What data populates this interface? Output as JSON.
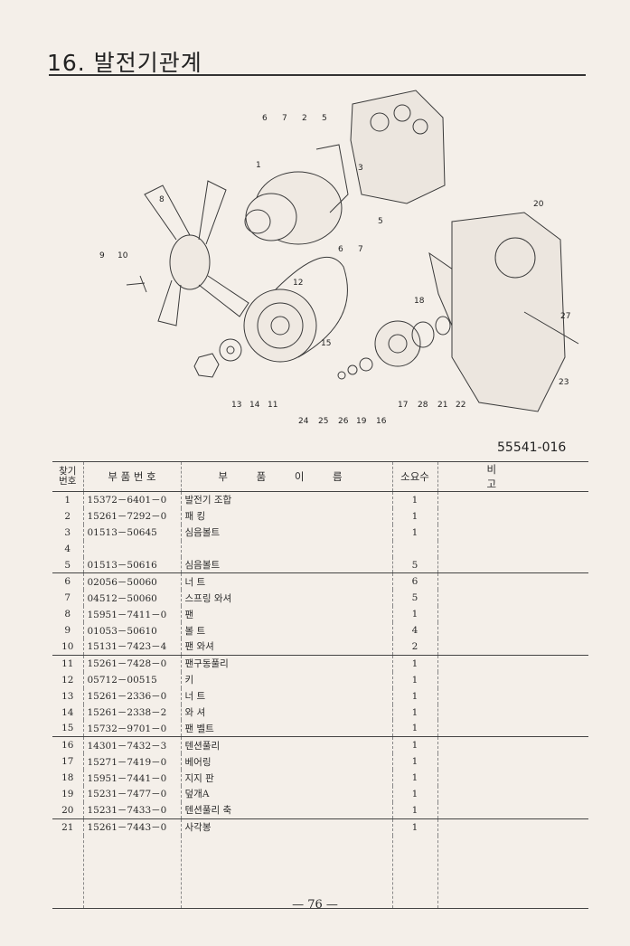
{
  "page": {
    "title": "16.  발전기관계",
    "figure_code": "55541-016",
    "page_number": "— 76 —"
  },
  "diagram": {
    "callouts": [
      "6",
      "7",
      "2",
      "5",
      "1",
      "3",
      "8",
      "5",
      "6",
      "7",
      "9",
      "10",
      "12",
      "15",
      "13",
      "14",
      "11",
      "20",
      "18",
      "27",
      "23",
      "24",
      "25",
      "26",
      "19",
      "16",
      "17",
      "28",
      "21",
      "22"
    ]
  },
  "table": {
    "headers": {
      "no": "찾기\n번호",
      "part_no": "부 품 번 호",
      "name": "부 품 이 름",
      "qty": "소요수",
      "remarks": "비 고"
    },
    "rows": [
      {
        "no": "1",
        "part_no": "15372－6401－0",
        "name": "발전기 조합",
        "qty": "1"
      },
      {
        "no": "2",
        "part_no": "15261－7292－0",
        "name": "패 킹",
        "qty": "1"
      },
      {
        "no": "3",
        "part_no": "01513－50645",
        "name": "심음볼트",
        "qty": "1"
      },
      {
        "no": "4",
        "part_no": "",
        "name": "",
        "qty": ""
      },
      {
        "no": "5",
        "part_no": "01513－50616",
        "name": "심음볼트",
        "qty": "5"
      },
      {
        "no": "6",
        "part_no": "02056－50060",
        "name": "너 트",
        "qty": "6"
      },
      {
        "no": "7",
        "part_no": "04512－50060",
        "name": "스프링 와셔",
        "qty": "5"
      },
      {
        "no": "8",
        "part_no": "15951－7411－0",
        "name": "팬",
        "qty": "1"
      },
      {
        "no": "9",
        "part_no": "01053－50610",
        "name": "볼 트",
        "qty": "4"
      },
      {
        "no": "10",
        "part_no": "15131－7423－4",
        "name": "팬 와셔",
        "qty": "2"
      },
      {
        "no": "11",
        "part_no": "15261－7428－0",
        "name": "팬구동풀리",
        "qty": "1"
      },
      {
        "no": "12",
        "part_no": "05712－00515",
        "name": "키",
        "qty": "1"
      },
      {
        "no": "13",
        "part_no": "15261－2336－0",
        "name": "너 트",
        "qty": "1"
      },
      {
        "no": "14",
        "part_no": "15261－2338－2",
        "name": "와 셔",
        "qty": "1"
      },
      {
        "no": "15",
        "part_no": "15732－9701－0",
        "name": "팬 벨트",
        "qty": "1"
      },
      {
        "no": "16",
        "part_no": "14301－7432－3",
        "name": "텐션풀리",
        "qty": "1"
      },
      {
        "no": "17",
        "part_no": "15271－7419－0",
        "name": "베어링",
        "qty": "1"
      },
      {
        "no": "18",
        "part_no": "15951－7441－0",
        "name": "지지 판",
        "qty": "1"
      },
      {
        "no": "19",
        "part_no": "15231－7477－0",
        "name": "덮개A",
        "qty": "1"
      },
      {
        "no": "20",
        "part_no": "15231－7433－0",
        "name": "텐션풀리 축",
        "qty": "1"
      },
      {
        "no": "21",
        "part_no": "15261－7443－0",
        "name": "사각봉",
        "qty": "1"
      }
    ]
  }
}
